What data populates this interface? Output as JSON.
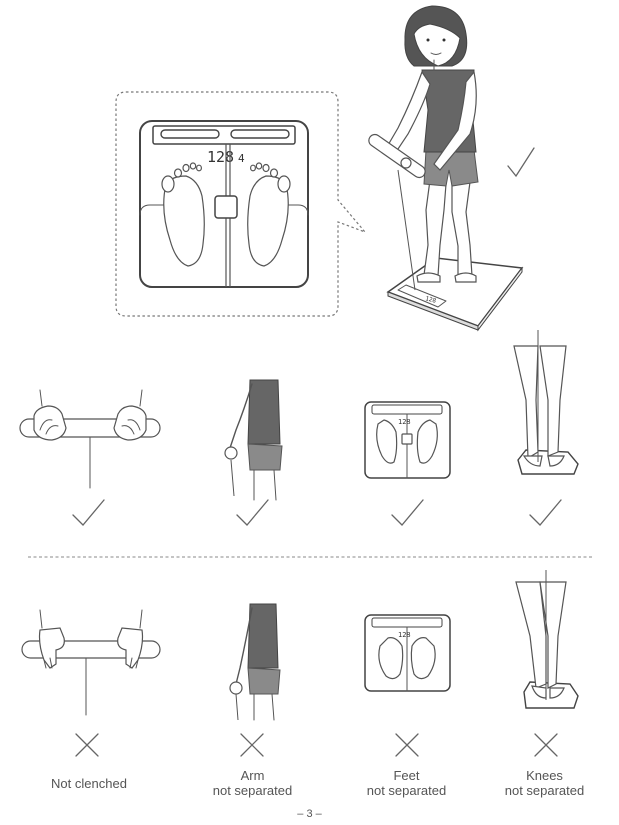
{
  "captions": {
    "not_clenched": "Not clenched",
    "arm_line1": "Arm",
    "arm_line2": "not separated",
    "feet_line1": "Feet",
    "feet_line2": "not separated",
    "knees_line1": "Knees",
    "knees_line2": "not separated"
  },
  "display": {
    "large": "128",
    "large_small": "4",
    "small": "128"
  },
  "page_number": "– 3 –",
  "icons": {
    "correct": "check-mark-icon",
    "wrong": "cross-mark-icon"
  }
}
